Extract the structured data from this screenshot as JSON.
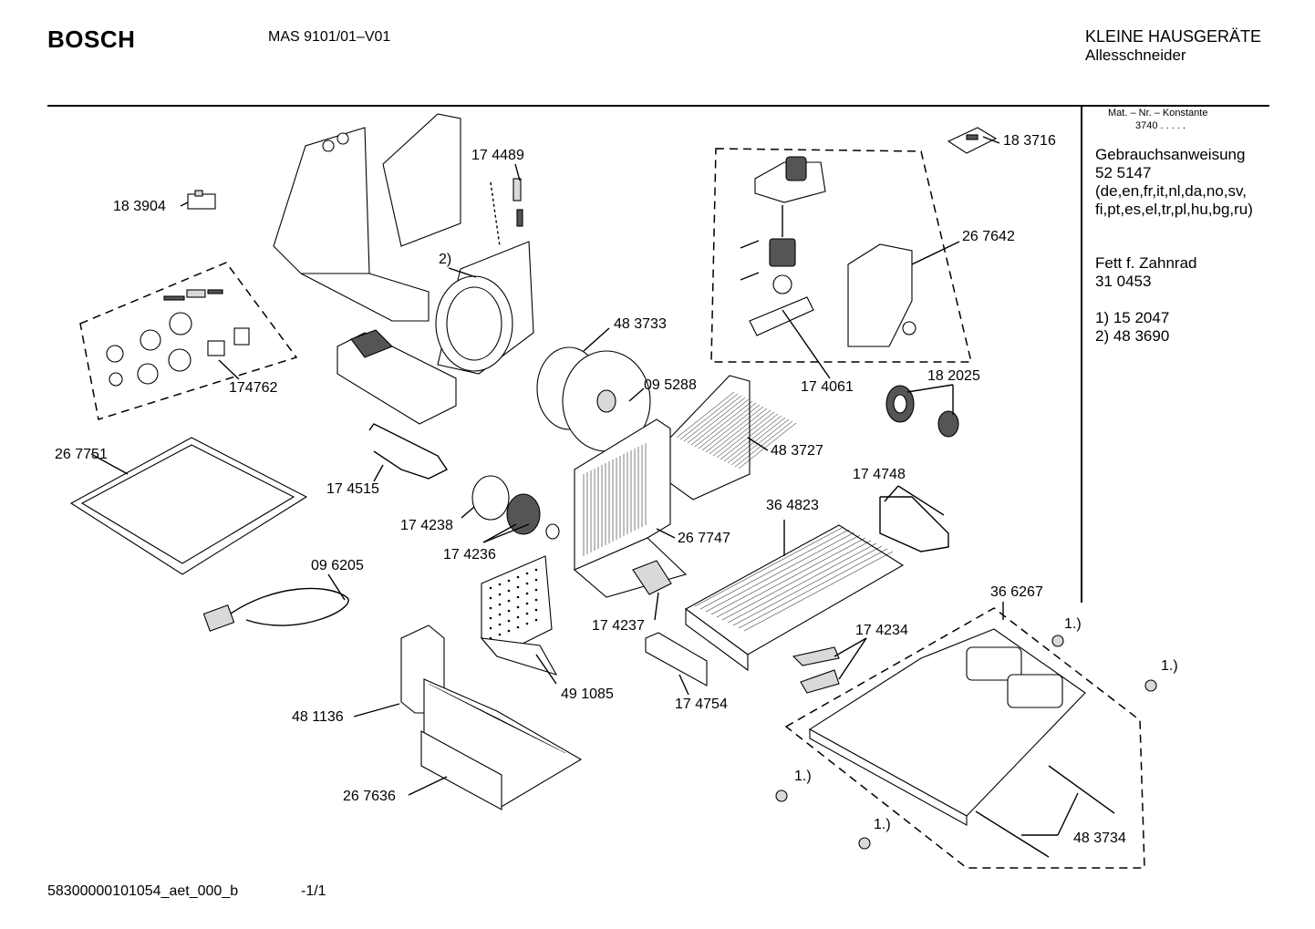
{
  "header": {
    "brand": "BOSCH",
    "model": "MAS 9101/01–V01",
    "category": "KLEINE HAUSGERÄTE",
    "subcategory": "Allesschneider"
  },
  "sidebar": {
    "mat_label": "Mat. – Nr. – Konstante",
    "mat_value": "3740 . . . . .",
    "manual_label": "Gebrauchsanweisung",
    "manual_number": "52 5147",
    "languages_line1": "(de,en,fr,it,nl,da,no,sv,",
    "languages_line2": "fi,pt,es,el,tr,pl,hu,bg,ru)",
    "grease_label": "Fett f. Zahnrad",
    "grease_number": "31 0453",
    "note1": "1)  15 2047",
    "note2": "2)  48 3690"
  },
  "parts": {
    "p183904": "18 3904",
    "p174762": "174762",
    "p267751": "26 7751",
    "p096205": "09 6205",
    "p174489": "17 4489",
    "p2": "2)",
    "p174515": "17 4515",
    "p174238": "17 4238",
    "p174236": "17 4236",
    "p483733": "48 3733",
    "p095288": "09 5288",
    "p483727": "48 3727",
    "p267747": "26 7747",
    "p174237": "17 4237",
    "p491085": "49 1085",
    "p481136": "48 1136",
    "p267636": "26 7636",
    "p174754": "17 4754",
    "p364823": "36 4823",
    "p174748": "17 4748",
    "p183716": "18 3716",
    "p267642": "26 7642",
    "p174061": "17 4061",
    "p182025": "18 2025",
    "p366267": "36 6267",
    "p174234": "17 4234",
    "p483734": "48 3734",
    "n1a": "1.)",
    "n1b": "1.)",
    "n1c": "1.)",
    "n1d": "1.)"
  },
  "footer": {
    "doc_id": "58300000101054_aet_000_b",
    "page": "-1/1"
  }
}
